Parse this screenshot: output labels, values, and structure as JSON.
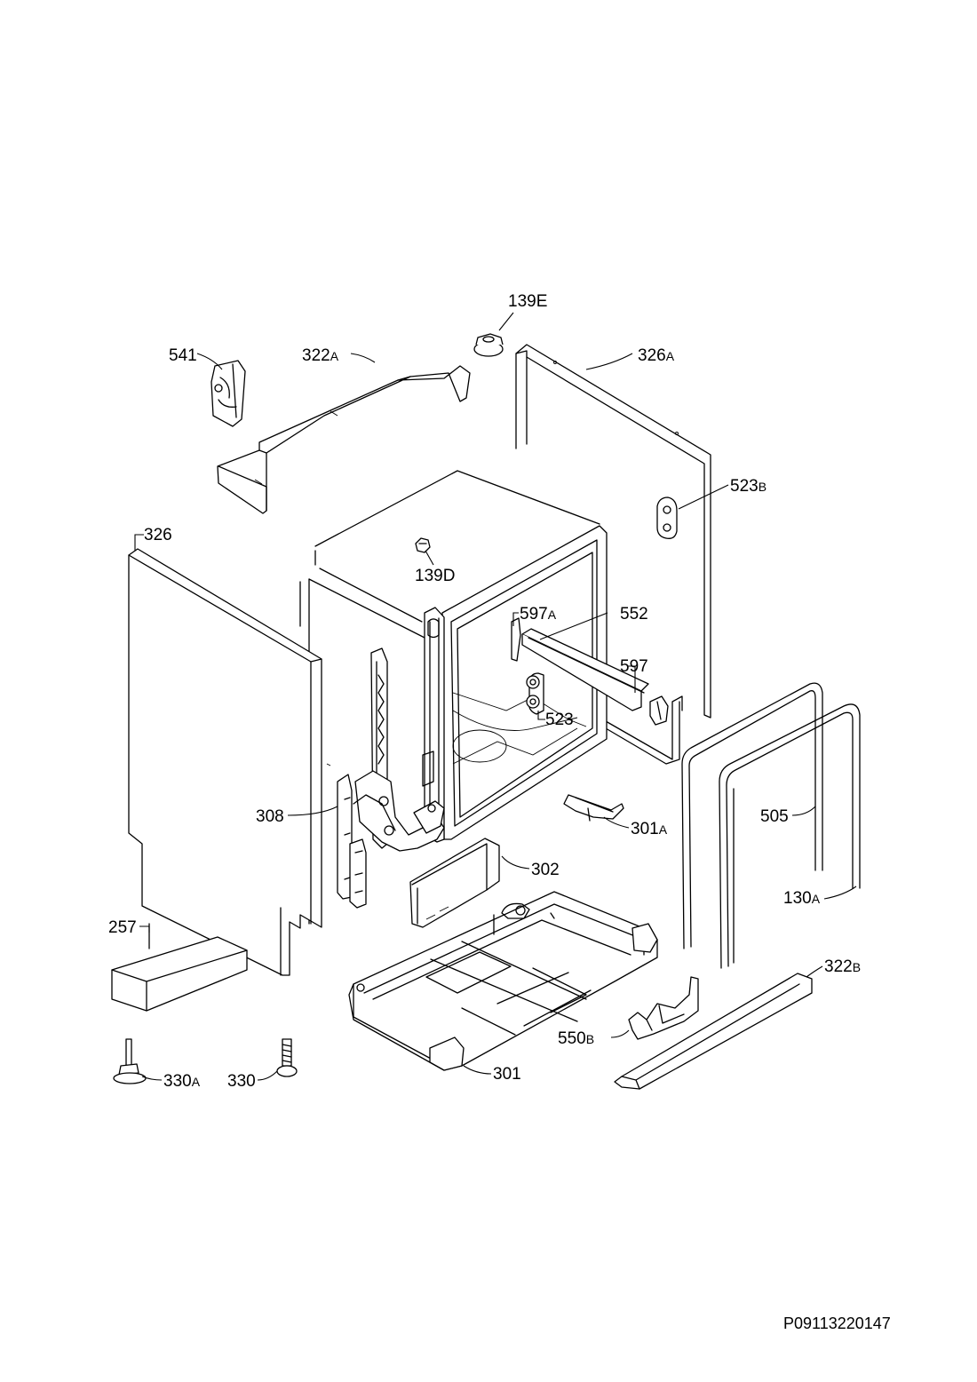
{
  "drawing_code": "P09113220147",
  "callouts": [
    {
      "id": "c541",
      "num": "541",
      "suf": ""
    },
    {
      "id": "c322a",
      "num": "322",
      "suf": "A"
    },
    {
      "id": "c139e",
      "num": "139E",
      "suf": ""
    },
    {
      "id": "c326a",
      "num": "326",
      "suf": "A"
    },
    {
      "id": "c523b",
      "num": "523",
      "suf": "B"
    },
    {
      "id": "c326",
      "num": "326",
      "suf": ""
    },
    {
      "id": "c139d",
      "num": "139D",
      "suf": ""
    },
    {
      "id": "c597a",
      "num": "597",
      "suf": "A"
    },
    {
      "id": "c552",
      "num": "552",
      "suf": ""
    },
    {
      "id": "c597",
      "num": "597",
      "suf": ""
    },
    {
      "id": "c523",
      "num": "523",
      "suf": ""
    },
    {
      "id": "c308",
      "num": "308",
      "suf": ""
    },
    {
      "id": "c301a",
      "num": "301",
      "suf": "A"
    },
    {
      "id": "c505",
      "num": "505",
      "suf": ""
    },
    {
      "id": "c302",
      "num": "302",
      "suf": ""
    },
    {
      "id": "c130a",
      "num": "130",
      "suf": "A"
    },
    {
      "id": "c257",
      "num": "257",
      "suf": ""
    },
    {
      "id": "c322b",
      "num": "322",
      "suf": "B"
    },
    {
      "id": "c550b",
      "num": "550",
      "suf": "B"
    },
    {
      "id": "c330a",
      "num": "330",
      "suf": "A"
    },
    {
      "id": "c330",
      "num": "330",
      "suf": ""
    },
    {
      "id": "c301",
      "num": "301",
      "suf": ""
    }
  ]
}
